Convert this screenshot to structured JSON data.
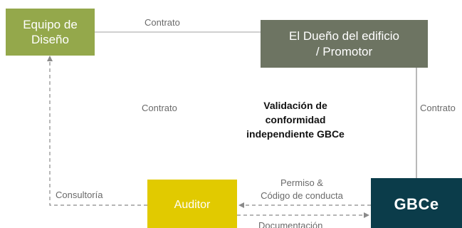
{
  "nodes": {
    "design_team": "Equipo de\nDiseño",
    "owner": "El Dueño del edificio\n/ Promotor",
    "auditor": "Auditor",
    "gbce": "GBCe"
  },
  "center_title": "Validación de\nconformidad\nindependiente GBCe",
  "connectors": {
    "contract_top": "Contrato",
    "contract_left": "Contrato",
    "contract_right": "Contrato",
    "consulting": "Consultoría",
    "permit_code": "Permiso &\nCódigo de conducta",
    "documentation": "Documentación"
  },
  "colors": {
    "design_team": "#94a84b",
    "owner": "#6d7462",
    "auditor": "#e1ca00",
    "gbce": "#0b3c4a",
    "line": "#9a9a9a"
  }
}
